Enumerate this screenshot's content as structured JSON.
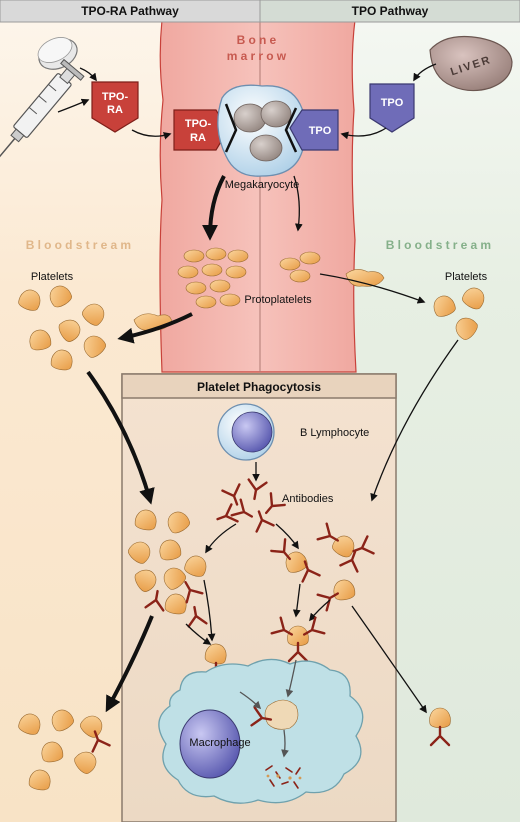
{
  "header": {
    "left_title": "TPO-RA Pathway",
    "right_title": "TPO Pathway"
  },
  "regions": {
    "bone_marrow_line1": "Bone",
    "bone_marrow_line2": "marrow",
    "bloodstream_left": "Bloodstream",
    "bloodstream_right": "Bloodstream"
  },
  "labels": {
    "tpo_ra_line1": "TPO-",
    "tpo_ra_line2": "RA",
    "tpo_ra_receptor_line1": "TPO-",
    "tpo_ra_receptor_line2": "RA",
    "tpo_left": "TPO",
    "tpo_receptor": "TPO",
    "liver": "LIVER",
    "megakaryocyte": "Megakaryocyte",
    "protoplatelets": "Protoplatelets",
    "platelets_left": "Platelets",
    "platelets_right": "Platelets",
    "phagocytosis_title": "Platelet Phagocytosis",
    "b_lymphocyte": "B Lymphocyte",
    "antibodies": "Antibodies",
    "macrophage": "Macrophage"
  },
  "colors": {
    "left_panel": "#fbe9d3",
    "right_panel": "#e6efe4",
    "bone_marrow": "#f3b7b0",
    "header_bar": "#d3d3d3",
    "platelet": "#f0b063",
    "antibody": "#8b2318",
    "tpo_ra": "#c8413a",
    "tpo": "#6f6cb8",
    "macrophage": "#bfe0e6"
  }
}
